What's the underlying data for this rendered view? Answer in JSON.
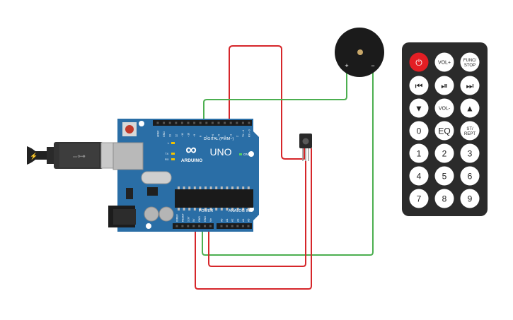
{
  "arduino": {
    "brand": "ARDUINO",
    "model": "UNO",
    "digital_label": "DIGITAL (PWM~)",
    "analog_label": "ANALOG IN",
    "power_label": "POWER",
    "on_label": "ON",
    "tx_label": "TX",
    "rx_label": "RX",
    "l_label": "L",
    "digital_pins": [
      "AREF",
      "GND",
      "13",
      "12",
      "~11",
      "~10",
      "~9",
      "8",
      "7",
      "~6",
      "~5",
      "4",
      "~3",
      "2",
      "TX→1",
      "RX←0"
    ],
    "power_pins": [
      "IOREF",
      "RESET",
      "3.3V",
      "5V",
      "GND",
      "GND",
      "Vin"
    ],
    "analog_pins": [
      "A0",
      "A1",
      "A2",
      "A3",
      "A4",
      "A5"
    ],
    "board_color": "#2a6ea6"
  },
  "buzzer": {
    "plus": "+",
    "minus": "−"
  },
  "remote": {
    "rows": [
      [
        "⏻",
        "VOL+",
        "FUNC/ STOP"
      ],
      [
        "⏮",
        "⏯",
        "⏭"
      ],
      [
        "▼",
        "VOL-",
        "▲"
      ],
      [
        "0",
        "EQ",
        "ST/ REPT"
      ],
      [
        "1",
        "2",
        "3"
      ],
      [
        "4",
        "5",
        "6"
      ],
      [
        "7",
        "8",
        "9"
      ]
    ],
    "power_color": "#e31e24",
    "body_color": "#2b2b2b"
  },
  "wires": {
    "red": "#d6262a",
    "green": "#4caf50"
  }
}
